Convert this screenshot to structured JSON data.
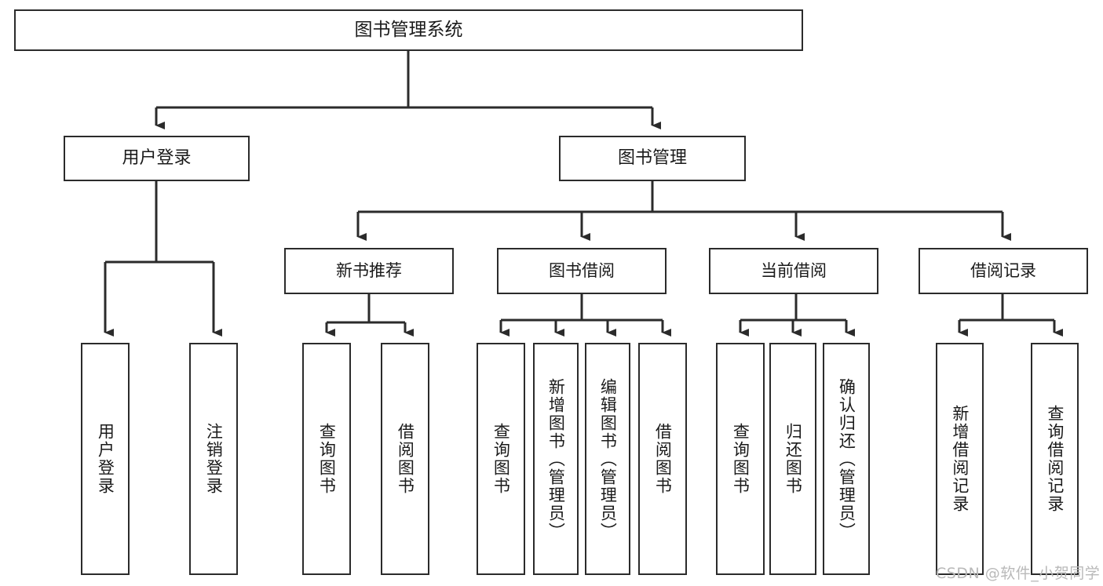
{
  "diagram": {
    "title": "图书管理系统",
    "type": "tree-hierarchy-diagram",
    "root": {
      "id": "root",
      "label": "图书管理系统"
    },
    "level1": [
      {
        "id": "user-login",
        "label": "用户登录"
      },
      {
        "id": "book-management",
        "label": "图书管理"
      }
    ],
    "level2": [
      {
        "id": "new-book-recommend",
        "label": "新书推荐"
      },
      {
        "id": "book-borrow",
        "label": "图书借阅"
      },
      {
        "id": "current-borrow",
        "label": "当前借阅"
      },
      {
        "id": "borrow-record",
        "label": "借阅记录"
      }
    ],
    "leaves": {
      "user_login": [
        {
          "id": "leaf-user-login",
          "label": "用户登录"
        },
        {
          "id": "leaf-logout-login",
          "label": "注销登录"
        }
      ],
      "new_book_recommend": [
        {
          "id": "leaf-query-book-1",
          "label": "查询图书"
        },
        {
          "id": "leaf-borrow-book-1",
          "label": "借阅图书"
        }
      ],
      "book_borrow": [
        {
          "id": "leaf-query-book-2",
          "label": "查询图书"
        },
        {
          "id": "leaf-add-book",
          "label": "新增图书（管理员）"
        },
        {
          "id": "leaf-edit-book",
          "label": "编辑图书（管理员）"
        },
        {
          "id": "leaf-borrow-book-2",
          "label": "借阅图书"
        }
      ],
      "current_borrow": [
        {
          "id": "leaf-query-book-3",
          "label": "查询图书"
        },
        {
          "id": "leaf-return-book",
          "label": "归还图书"
        },
        {
          "id": "leaf-confirm-return",
          "label": "确认归还（管理员）"
        }
      ],
      "borrow_record": [
        {
          "id": "leaf-add-record",
          "label": "新增借阅记录"
        },
        {
          "id": "leaf-query-record",
          "label": "查询借阅记录"
        }
      ]
    }
  },
  "watermark": {
    "text": "CSDN @软件_小贺同学"
  },
  "colors": {
    "stroke": "#2b2b2b",
    "fill": "#ffffff",
    "text": "#1a1a1a",
    "watermark": "#b9b9b9"
  }
}
